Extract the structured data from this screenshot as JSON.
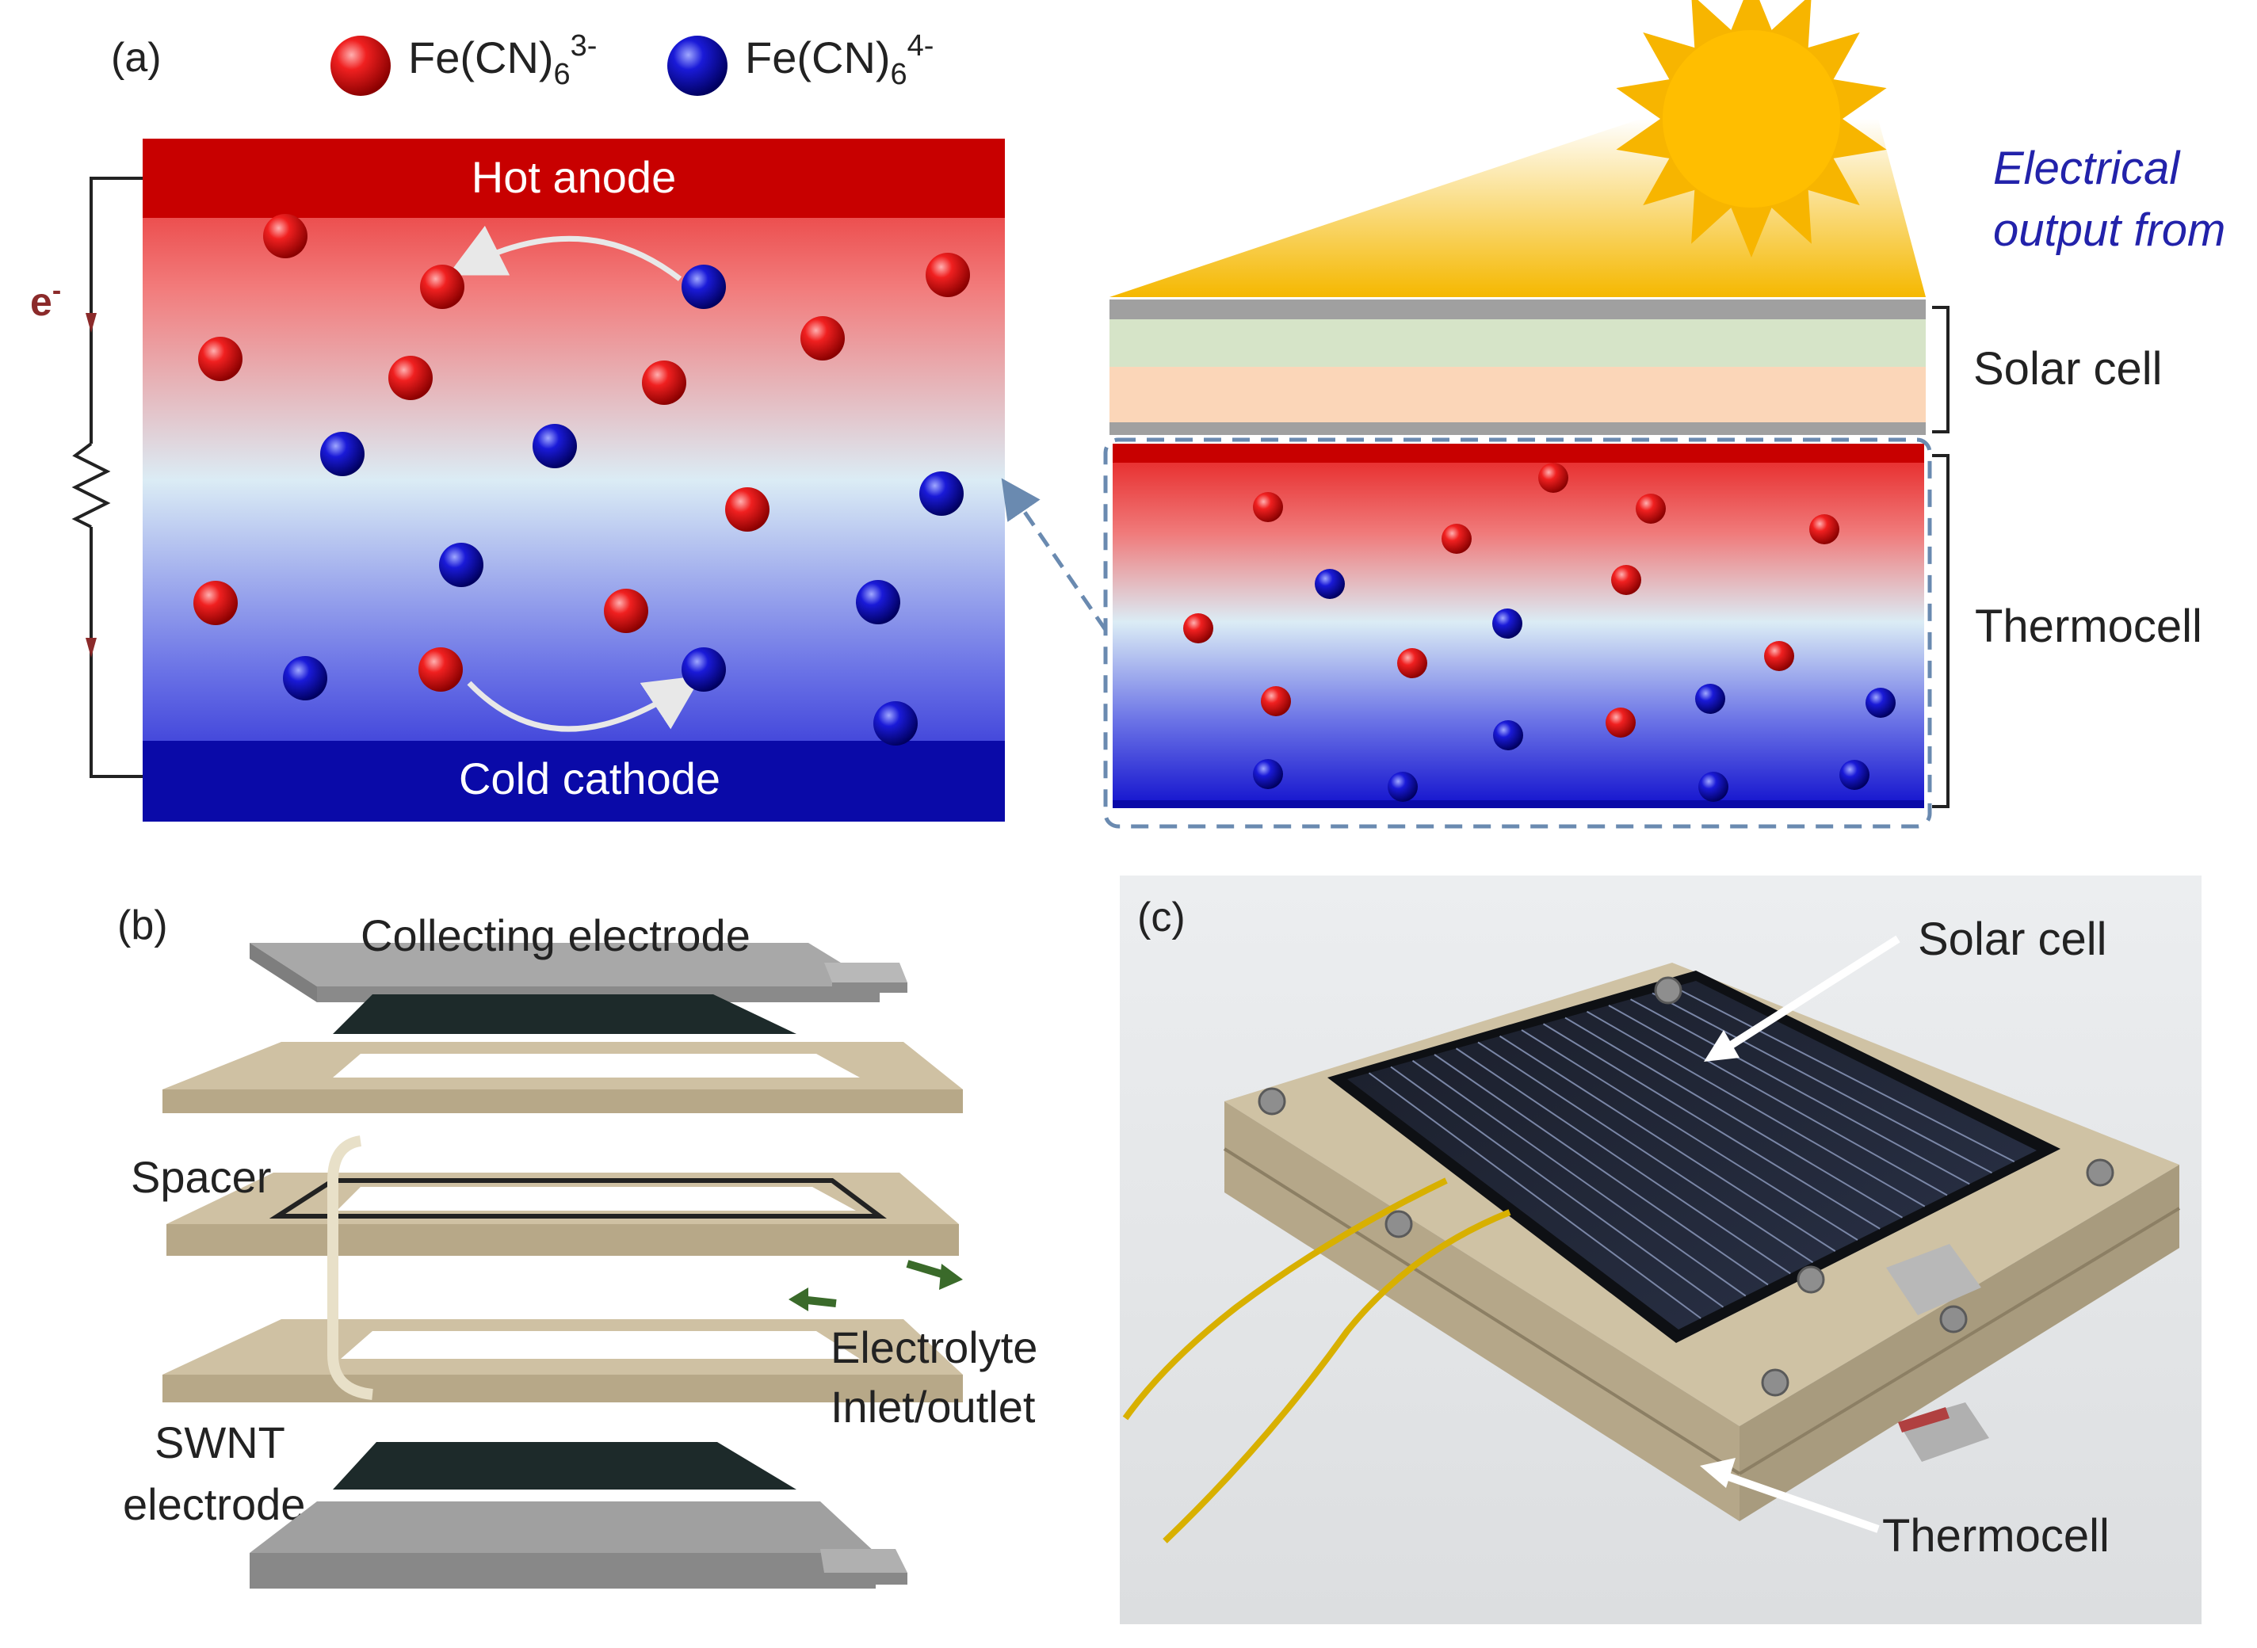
{
  "panel_a": {
    "tag": "(a)",
    "legend": {
      "ox_formula": "Fe(CN)",
      "ox_sub": "6",
      "ox_sup": "3-",
      "red_formula": "Fe(CN)",
      "red_sub": "6",
      "red_sup": "4-"
    },
    "hot_anode": "Hot anode",
    "cold_cathode": "Cold cathode",
    "electron": "e",
    "electron_sup": "-",
    "output_line1": "Electrical",
    "output_line2": "output from",
    "solar_cell": "Solar cell",
    "thermocell": "Thermocell"
  },
  "panel_b": {
    "tag": "(b)",
    "collecting_electrode": "Collecting electrode",
    "spacer": "Spacer",
    "electrolyte_line1": "Electrolyte",
    "electrolyte_line2": "Inlet/outlet",
    "swnt_line1": "SWNT",
    "swnt_line2": "electrode"
  },
  "panel_c": {
    "tag": "(c)",
    "solar_cell": "Solar cell",
    "thermocell": "Thermocell"
  },
  "colors": {
    "hot": "#c80000",
    "cold": "#0a0aa8",
    "ion_ox": "#e01010",
    "ion_red": "#1515c0",
    "output_text": "#2222aa",
    "electron_text": "#8b2a2a",
    "frame": "#c8b99a",
    "carbon": "#1d2a2a",
    "metal": "#9a9a9a"
  }
}
